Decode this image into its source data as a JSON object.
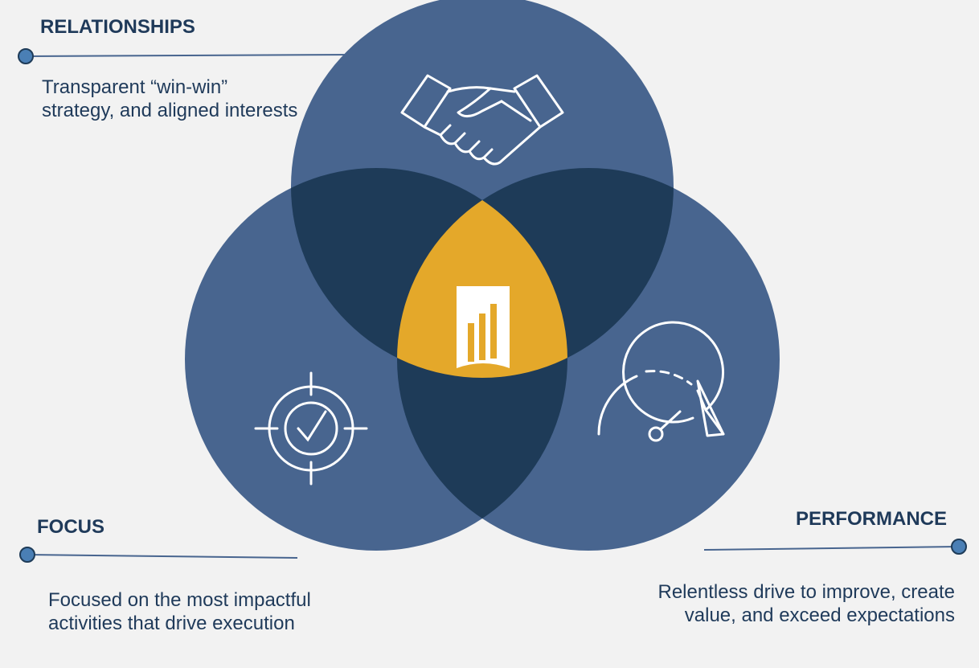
{
  "colors": {
    "circle": "#48658f",
    "overlap": "#1e3b58",
    "center": "#e4a82a",
    "text": "#1f3a5a",
    "background": "#f2f2f2",
    "connector": "#48658f",
    "icon": "#ffffff"
  },
  "sections": {
    "relationships": {
      "title": "RELATIONSHIPS",
      "description": "Transparent “win-win” strategy, and aligned interests",
      "icon": "handshake-icon"
    },
    "focus": {
      "title": "FOCUS",
      "description": "Focused on the most impactful activities that drive execution",
      "icon": "target-check-icon"
    },
    "performance": {
      "title": "PERFORMANCE",
      "description": "Relentless drive to improve, create value, and exceed expectations",
      "icon": "speedometer-arrow-icon"
    }
  },
  "center": {
    "icon": "bar-chart-logo-icon"
  }
}
